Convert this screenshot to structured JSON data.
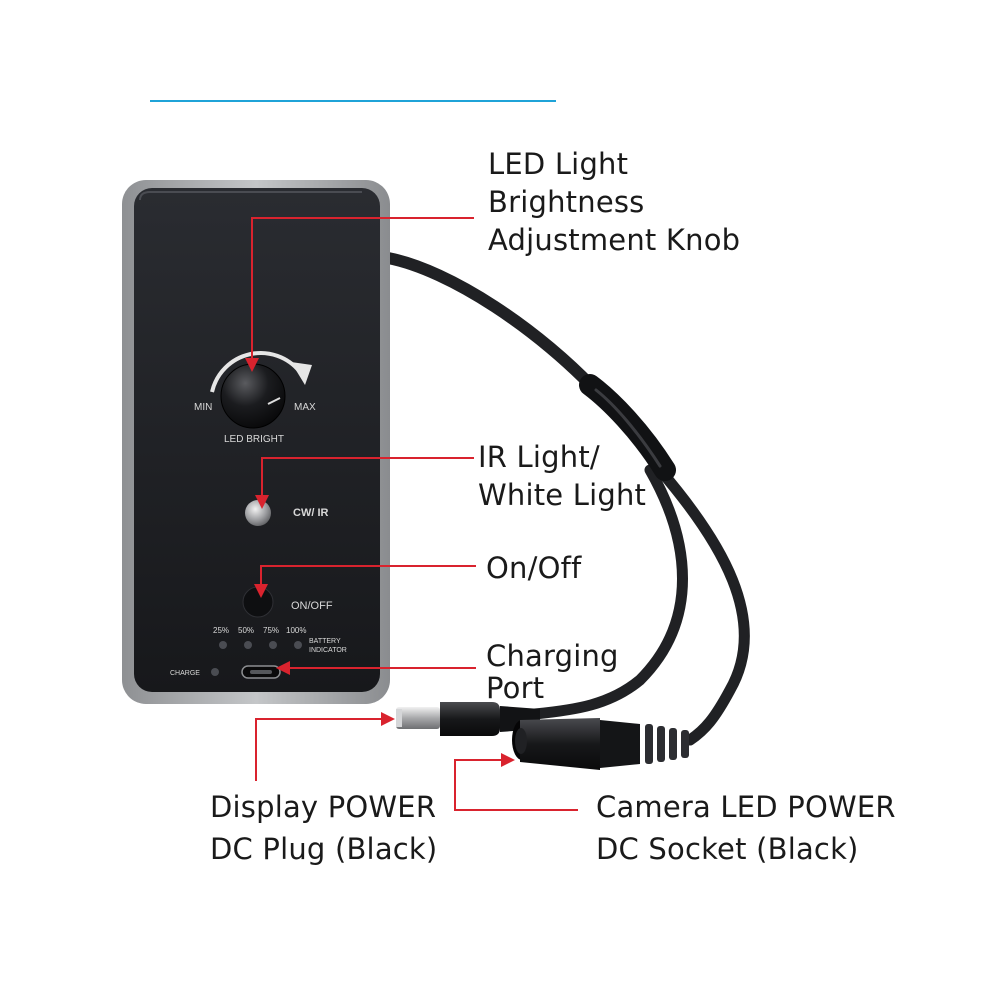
{
  "panel": {
    "knob_min": "MIN",
    "knob_max": "MAX",
    "knob_label": "LED BRIGHT",
    "mode_label": "CW/ IR",
    "power_label": "ON/OFF",
    "battery_levels": [
      "25%",
      "50%",
      "75%",
      "100%"
    ],
    "battery_label_1": "BATTERY",
    "battery_label_2": "INDICATOR",
    "charge_label": "CHARGE"
  },
  "callouts": {
    "brightness_knob": [
      "LED Light",
      "Brightness",
      "Adjustment Knob"
    ],
    "ir_white": [
      "IR Light/",
      "White Light"
    ],
    "on_off": [
      "On/Off"
    ],
    "charging_port": [
      "Charging",
      "Port"
    ],
    "display_plug": [
      "Display POWER",
      "DC Plug (Black)"
    ],
    "camera_socket": [
      "Camera LED POWER",
      "DC Socket (Black)"
    ]
  },
  "colors": {
    "accent_line": "#1fa3d8",
    "callout_red": "#d9232e",
    "device_body": "#1d1f23",
    "device_frame": "#a9abae",
    "cable": "#222326"
  }
}
